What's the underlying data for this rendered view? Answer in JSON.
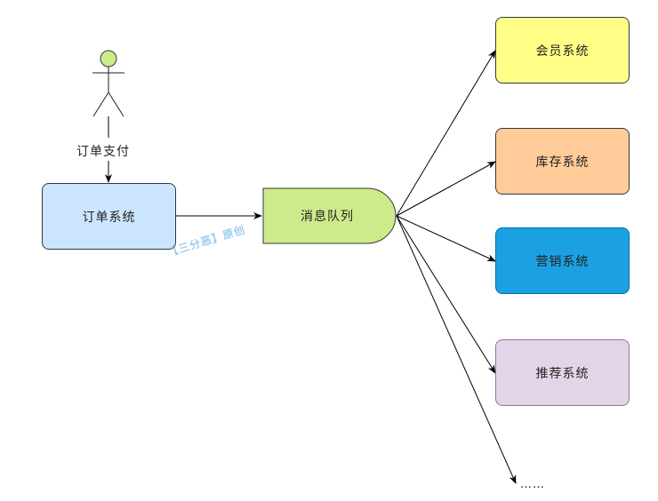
{
  "actor": {
    "label": "订单支付"
  },
  "nodes": {
    "order_system": {
      "label": "订单系统",
      "fill": "#cce5ff",
      "stroke": "#36393d"
    },
    "message_queue": {
      "label": "消息队列",
      "fill": "#cdeb8b",
      "stroke": "#36393d"
    },
    "member_system": {
      "label": "会员系统",
      "fill": "#ffff88",
      "stroke": "#36393d"
    },
    "inventory_system": {
      "label": "库存系统",
      "fill": "#ffcc99",
      "stroke": "#36393d"
    },
    "marketing_system": {
      "label": "营销系统",
      "fill": "#1ba1e2",
      "stroke": "#006eaf"
    },
    "recommend_system": {
      "label": "推荐系统",
      "fill": "#e1d5e7",
      "stroke": "#9673a6"
    },
    "more": {
      "label": "……"
    }
  },
  "actor_head_color": "#cdeb8b",
  "watermark": "【三分恶】原创"
}
